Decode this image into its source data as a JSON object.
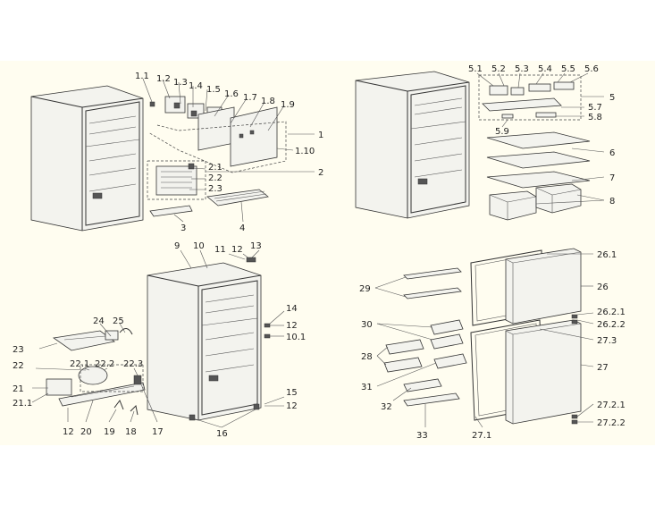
{
  "background": "#fffdf0",
  "labels": {
    "q1": [
      "1.1",
      "1.2",
      "1.3",
      "1.4",
      "1.5",
      "1.6",
      "1.7",
      "1.8",
      "1.9",
      "1.10",
      "1",
      "2.1",
      "2.2",
      "2.3",
      "2",
      "3",
      "4"
    ],
    "q2": [
      "5.1",
      "5.2",
      "5.3",
      "5.4",
      "5.5",
      "5.6",
      "5",
      "5.7",
      "5.8",
      "5.9",
      "6",
      "7",
      "8"
    ],
    "q3": [
      "9",
      "10",
      "11",
      "12",
      "13",
      "14",
      "12",
      "10.1",
      "15",
      "12",
      "16",
      "24",
      "25",
      "23",
      "22",
      "22.1",
      "22.2",
      "22.3",
      "21",
      "21.1",
      "12",
      "20",
      "19",
      "18",
      "17"
    ],
    "q4": [
      "26.1",
      "26",
      "26.2.1",
      "26.2.2",
      "27.3",
      "27",
      "27.2.1",
      "27.2.2",
      "29",
      "30",
      "28",
      "31",
      "32",
      "33",
      "27.1"
    ]
  }
}
